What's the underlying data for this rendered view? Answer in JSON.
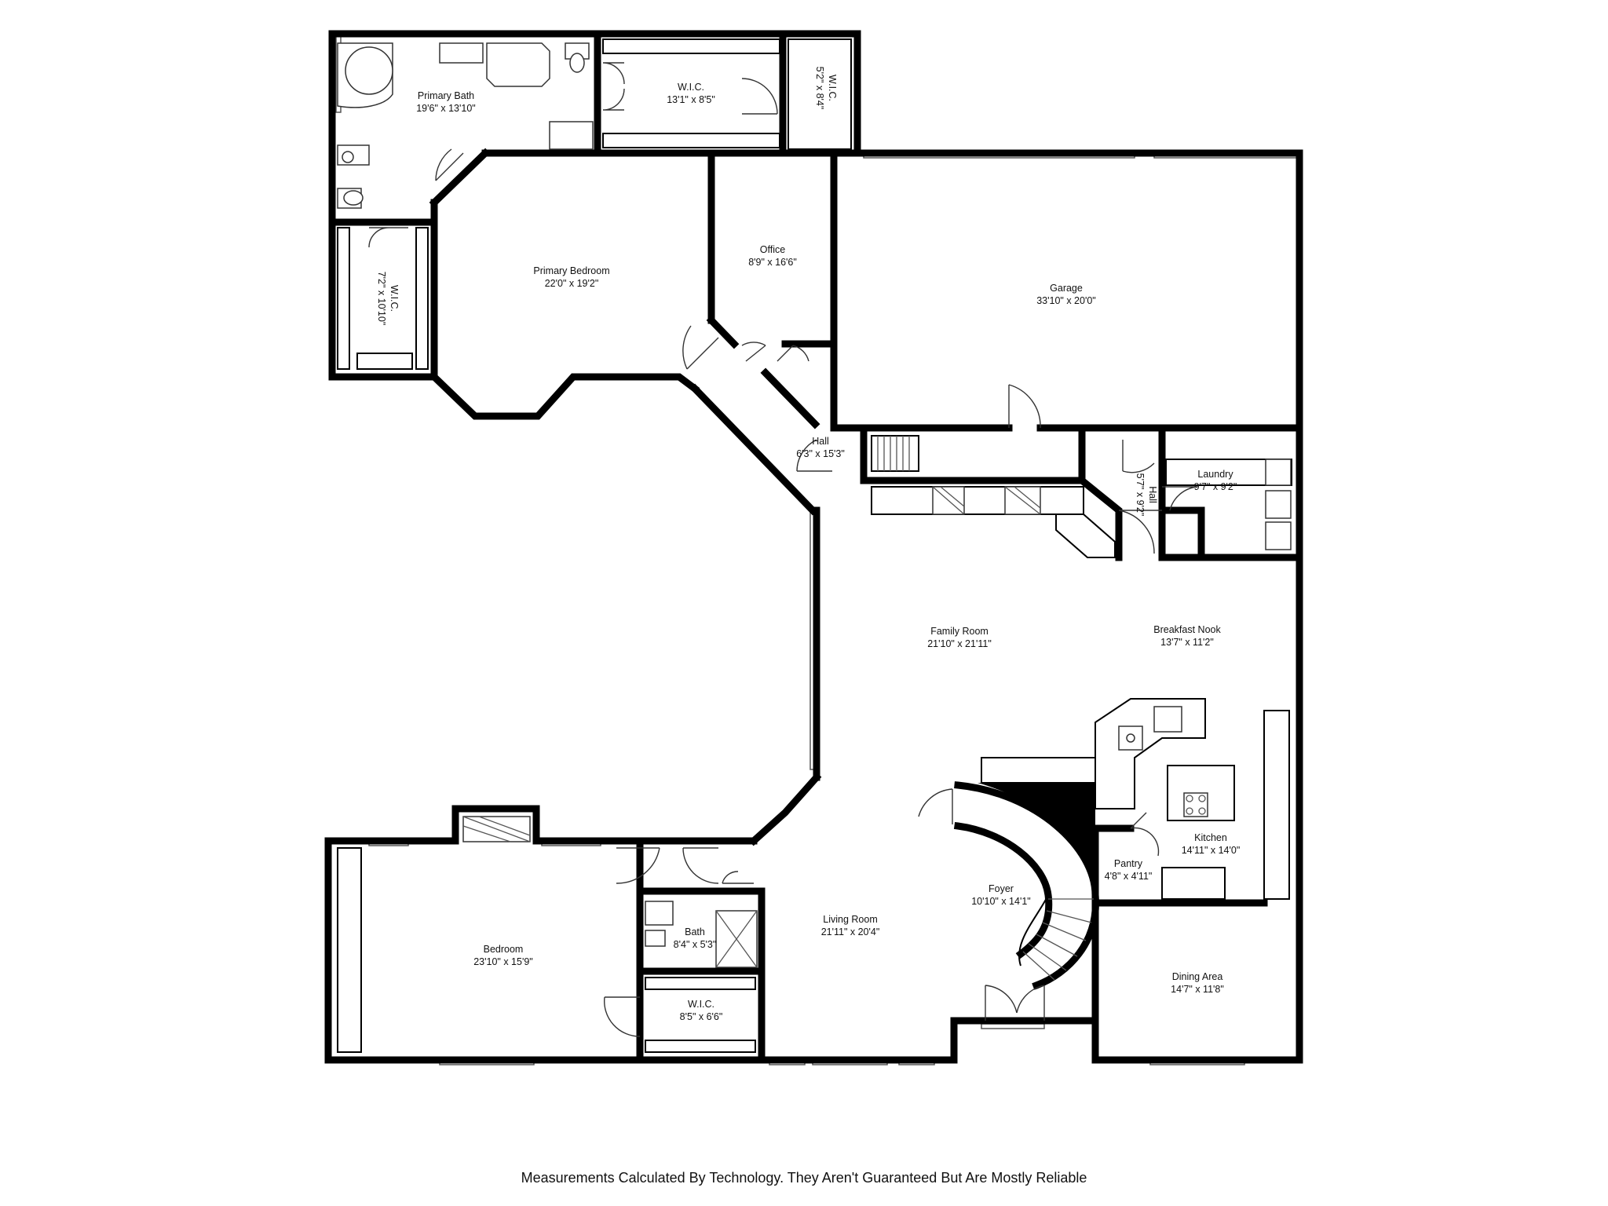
{
  "rooms": [
    {
      "id": "primary-bath",
      "name": "Primary Bath",
      "size": "19'6\" x 13'10\""
    },
    {
      "id": "wic-upper",
      "name": "W.I.C.",
      "size": "13'1\" x 8'5\""
    },
    {
      "id": "wic-small",
      "name": "W.I.C.",
      "size": "5'2\" x 8'4\""
    },
    {
      "id": "wic-left",
      "name": "W.I.C.",
      "size": "7'2\" x 10'10\""
    },
    {
      "id": "primary-bedroom",
      "name": "Primary Bedroom",
      "size": "22'0\" x 19'2\""
    },
    {
      "id": "office",
      "name": "Office",
      "size": "8'9\" x 16'6\""
    },
    {
      "id": "garage",
      "name": "Garage",
      "size": "33'10\" x 20'0\""
    },
    {
      "id": "hall-upper",
      "name": "Hall",
      "size": "6'3\" x 15'3\""
    },
    {
      "id": "hall-small",
      "name": "Hall",
      "size": "5'7\" x 9'2\""
    },
    {
      "id": "laundry",
      "name": "Laundry",
      "size": "9'7\" x 9'2\""
    },
    {
      "id": "family-room",
      "name": "Family Room",
      "size": "21'10\" x 21'11\""
    },
    {
      "id": "breakfast-nook",
      "name": "Breakfast Nook",
      "size": "13'7\" x 11'2\""
    },
    {
      "id": "kitchen",
      "name": "Kitchen",
      "size": "14'11\" x 14'0\""
    },
    {
      "id": "pantry",
      "name": "Pantry",
      "size": "4'8\" x 4'11\""
    },
    {
      "id": "foyer",
      "name": "Foyer",
      "size": "10'10\" x 14'1\""
    },
    {
      "id": "living-room",
      "name": "Living Room",
      "size": "21'11\" x 20'4\""
    },
    {
      "id": "bath",
      "name": "Bath",
      "size": "8'4\" x 5'3\""
    },
    {
      "id": "wic-lower",
      "name": "W.I.C.",
      "size": "8'5\" x 6'6\""
    },
    {
      "id": "bedroom",
      "name": "Bedroom",
      "size": "23'10\" x 15'9\""
    },
    {
      "id": "dining-area",
      "name": "Dining Area",
      "size": "14'7\" x 11'8\""
    }
  ],
  "disclaimer": "Measurements Calculated By Technology. They Aren't Guaranteed But Are Mostly Reliable"
}
